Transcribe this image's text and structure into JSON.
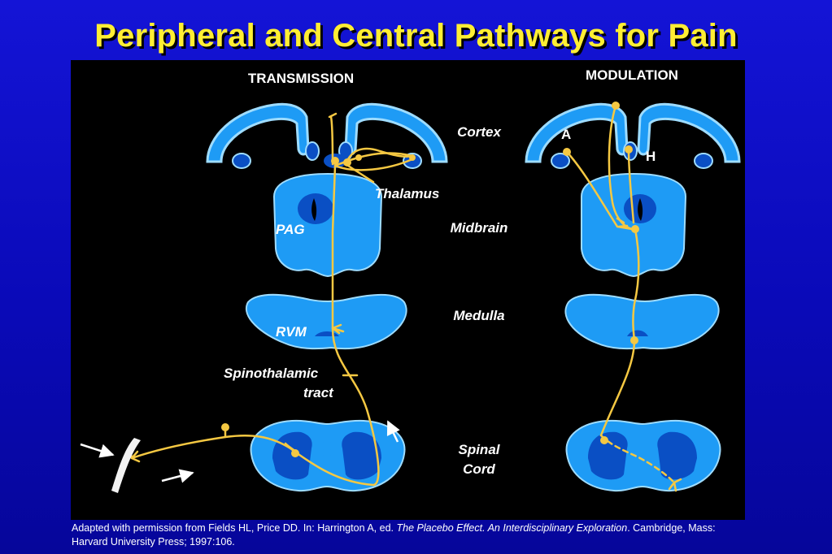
{
  "slide": {
    "title": "Peripheral and Central Pathways for Pain"
  },
  "diagram": {
    "panels": {
      "left_heading": "TRANSMISSION",
      "right_heading": "MODULATION"
    },
    "labels": {
      "thalamus": "Thalamus",
      "pag": "PAG",
      "rvm": "RVM",
      "spinothalamic_line1": "Spinothalamic",
      "spinothalamic_line2": "tract",
      "marker_a": "A",
      "marker_h": "H"
    },
    "levels": {
      "cortex": "Cortex",
      "midbrain": "Midbrain",
      "medulla": "Medulla",
      "spinal_line1": "Spinal",
      "spinal_line2": "Cord"
    },
    "colors": {
      "tissue": "#1e9bf5",
      "tissue_outline": "#9edcff",
      "deep_tissue": "#0a4fc4",
      "pathway": "#f5c842",
      "label": "#ffffff"
    }
  },
  "caption": {
    "text_1": "Adapted with permission from Fields HL, Price DD. In: Harrington A, ed. ",
    "italic_1": "The Placebo Effect. An Interdisciplinary Exploration",
    "text_2": ". Cambridge, Mass: Harvard University Press; 1997:106."
  }
}
